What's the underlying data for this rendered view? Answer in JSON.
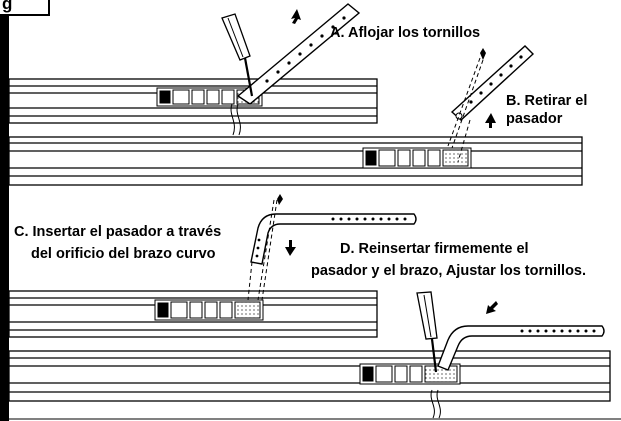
{
  "figure": {
    "tab_text": "g"
  },
  "steps": {
    "a": "A. Aflojar los tornillos",
    "b_line1": "B. Retirar el",
    "b_line2": "pasador",
    "c_line1": "C. Insertar el pasador a través",
    "c_line2": "del orificio del brazo curvo",
    "d_line1": "D. Reinsertar firmemente el",
    "d_line2": "pasador y el brazo, Ajustar los tornillos."
  }
}
